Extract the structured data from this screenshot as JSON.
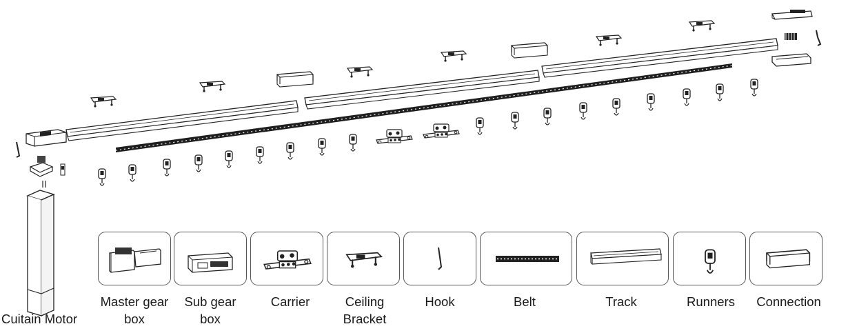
{
  "motor_label": "Cuitain Motor",
  "parts": [
    {
      "id": "master-gear-box",
      "label": "Master gear\nbox"
    },
    {
      "id": "sub-gear-box",
      "label": "Sub gear\nbox"
    },
    {
      "id": "carrier",
      "label": "Carrier"
    },
    {
      "id": "ceiling-bracket",
      "label": "Ceiling\nBracket"
    },
    {
      "id": "hook",
      "label": "Hook"
    },
    {
      "id": "belt",
      "label": "Belt"
    },
    {
      "id": "track",
      "label": "Track"
    },
    {
      "id": "runners",
      "label": "Runners"
    },
    {
      "id": "connection",
      "label": "Connection"
    }
  ],
  "colors": {
    "line": "#222222",
    "fill": "#ffffff",
    "dark": "#2a2a2a",
    "card_border": "#555555"
  }
}
